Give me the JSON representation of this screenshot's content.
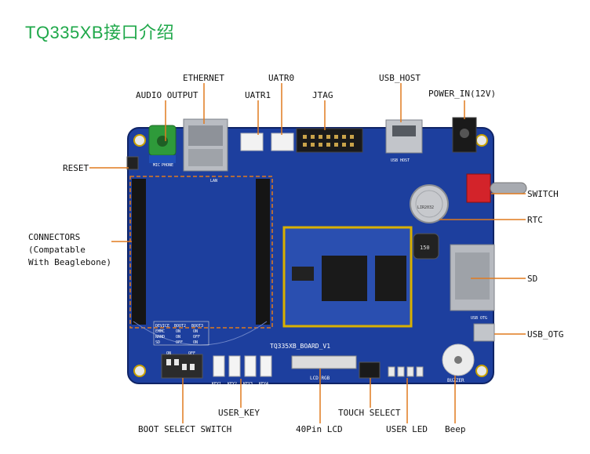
{
  "title": "TQ335XB接口介绍",
  "labels": {
    "ethernet": "ETHERNET",
    "uatr0": "UATR0",
    "usb_host": "USB_HOST",
    "audio_output": "AUDIO OUTPUT",
    "uatr1": "UATR1",
    "jtag": "JTAG",
    "power_in": "POWER_IN(12V)",
    "reset": "RESET",
    "switch": "SWITCH",
    "rtc": "RTC",
    "connectors_1": "CONNECTORS",
    "connectors_2": "(Compatable",
    "connectors_3": "With Beaglebone)",
    "sd": "SD",
    "usb_otg": "USB_OTG",
    "user_key": "USER_KEY",
    "touch_select": "TOUCH SELECT",
    "boot_select_switch": "BOOT SELECT SWITCH",
    "lcd_40pin": "40Pin LCD",
    "user_led": "USER LED",
    "beep": "Beep"
  },
  "silkscreen": {
    "board_name": "TQ335XB_BOARD_V1",
    "lcd_rgb": "LCD RGB",
    "buzzer": "BUZZER",
    "phone": "PHONE",
    "mic": "MIC",
    "lan": "LAN",
    "usb_host": "USB HOST",
    "usb_otg": "USB OTG",
    "keys": [
      "KEY1",
      "KEY2",
      "KEY3",
      "KEY4"
    ],
    "boot_on": "ON",
    "boot_off": "OFF",
    "boot_table_header": [
      "DEVICE",
      "BOOT2",
      "BOOT3"
    ],
    "boot_table_rows": [
      [
        "EMMC",
        "ON",
        "ON"
      ],
      [
        "NAND",
        "ON",
        "OFF"
      ],
      [
        "SD",
        "OFF",
        "ON"
      ]
    ],
    "rtc_coin": "LIR2032",
    "inductor": "150"
  },
  "colors": {
    "title": "#1fa84a",
    "board": "#1d3f9e",
    "board_dark": "#152f7a",
    "core_module": "#2a4fb0",
    "core_border": "#d8b000",
    "accent_orange": "#e07a1f",
    "leader_line": "#e07a1f"
  }
}
